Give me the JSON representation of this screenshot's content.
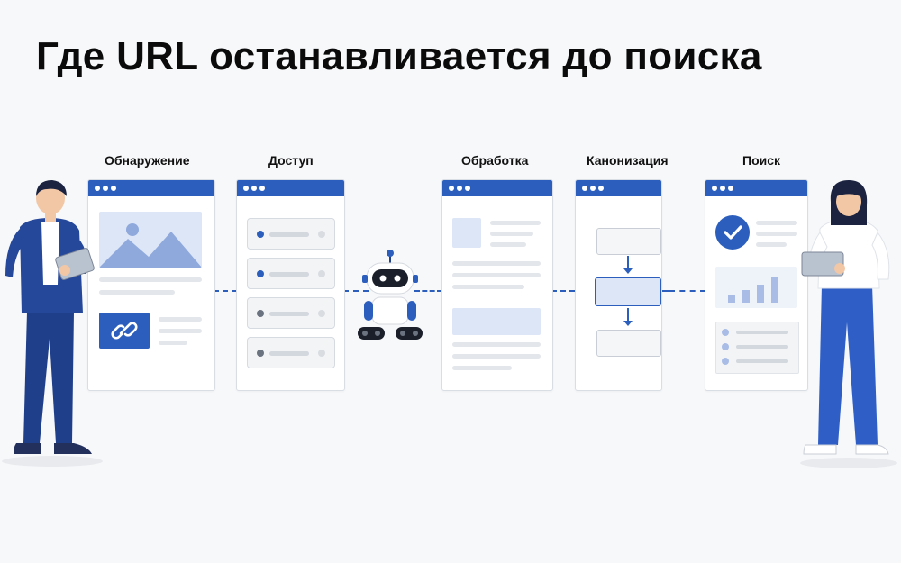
{
  "title": "Где URL останавливается до поиска",
  "stages": [
    {
      "label": "Обнаружение"
    },
    {
      "label": "Доступ"
    },
    {
      "label": "Обработка"
    },
    {
      "label": "Канонизация"
    },
    {
      "label": "Поиск"
    }
  ],
  "colors": {
    "accent": "#2c5fbd",
    "background": "#f7f8fa",
    "panel_border": "#d9dde4"
  },
  "icons": {
    "image": "image-placeholder-icon",
    "link": "link-icon",
    "robot": "robot-crawler-icon",
    "check": "checkmark-icon",
    "bar_chart": "bar-chart-icon"
  }
}
